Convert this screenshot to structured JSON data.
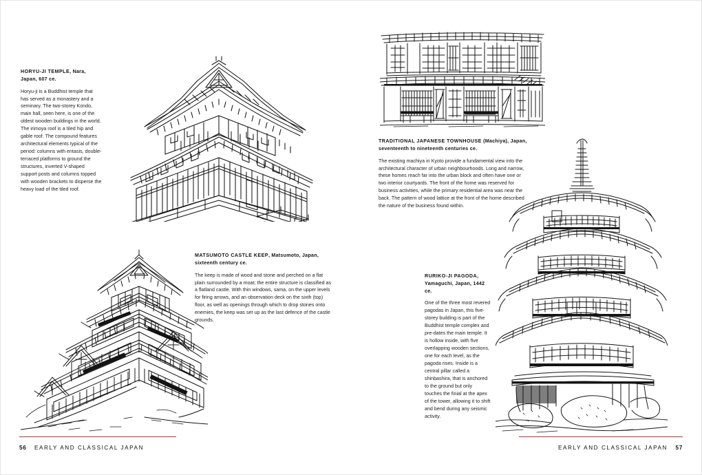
{
  "spread": {
    "book_section": "EARLY AND CLASSICAL JAPAN",
    "accent_rule_color": "#9e3b33",
    "page_background": "#ffffff",
    "ink_color": "#141414"
  },
  "left_page": {
    "page_number": "56",
    "running_head": "EARLY AND CLASSICAL JAPAN",
    "captions": [
      {
        "id": "horyuji",
        "heading_upper": "HORYU-JI TEMPLE",
        "heading_rest": ", Nara, Japan, 607 ce.",
        "body": "Horyu-ji is a Buddhist temple that has served as a monastery and a seminary. The two-storey Kondo, main hall, seen here, is one of the oldest wooden buildings in the world. The irimoya roof is a tiled hip and gable roof. The compound features architectural elements typical of the period: columns with entasis, double-terraced platforms to ground the structures, inverted V-shaped support posts and columns topped with wooden brackets to disperse the heavy load of the tiled roof."
      },
      {
        "id": "matsumoto",
        "heading_upper": "MATSUMOTO CASTLE KEEP",
        "heading_rest": ", Matsumoto, Japan, sixteenth century ce.",
        "body": "The keep is made of wood and stone and perched on a flat plain surrounded by a moat; the entire structure is classified as a flatland castle. With thin windows, sama, on the upper levels for firing arrows, and an observation deck on the sixth (top) floor, as well as openings through which to drop stones onto enemies, the keep was set up as the last defence of the castle grounds."
      }
    ],
    "figures": [
      {
        "id": "horyuji-figure",
        "name": "horyu-ji-temple-illustration",
        "alt": "Pen-and-ink line drawing of the two-storey Kondo main hall of Horyu-ji Temple with tiled hip-and-gable irimoya roofs, bracketed eaves and a railed veranda on a stone platform."
      },
      {
        "id": "matsumoto-figure",
        "name": "matsumoto-castle-keep-illustration",
        "alt": "Pen-and-ink line drawing of Matsumoto Castle keep showing stacked tiered gabled roofs, narrow arrow windows and a stone base."
      }
    ]
  },
  "right_page": {
    "page_number": "57",
    "running_head": "EARLY AND CLASSICAL JAPAN",
    "captions": [
      {
        "id": "machiya",
        "heading_upper": "TRADITIONAL JAPANESE TOWNHOUSE",
        "heading_rest": " (Machiya), Japan, seventeenth to nineteenth centuries ce.",
        "body": "The existing machiya in Kyoto provide a fundamental view into the architectural character of urban neighbourhoods. Long and narrow, these homes reach far into the urban block and often have one or two interior courtyards. The front of the home was reserved for business activities, while the primary residential area was near the back. The pattern of wood lattice at the front of the home described the nature of the business found within."
      },
      {
        "id": "rurikoji",
        "heading_upper": "RURIKO-JI PAGODA",
        "heading_rest": ", Yamaguchi, Japan, 1442 ce.",
        "body": "One of the three most revered pagodas in Japan, this five-storey building is part of the Buddhist temple complex and pre-dates the main temple. It is hollow inside, with five overlapping wooden sections, one for each level, as the pagoda rises. Inside is a central pillar called a shinbashira, that is anchored to the ground but only touches the finial at the apex of the tower, allowing it to shift and bend during any seismic activity."
      }
    ],
    "figures": [
      {
        "id": "machiya-figure",
        "name": "japanese-townhouse-illustration",
        "alt": "Pen-and-ink line drawing of a two-storey machiya townhouse facade with wood lattice screens, sliding doors and deep eaves."
      },
      {
        "id": "rurikoji-figure",
        "name": "ruriko-ji-pagoda-illustration",
        "alt": "Pen-and-ink line drawing of the five-storey Ruriko-ji Pagoda with sweeping tiled eaves, bracket clusters and a tall finial, set on a stone base with shrubs."
      }
    ]
  }
}
